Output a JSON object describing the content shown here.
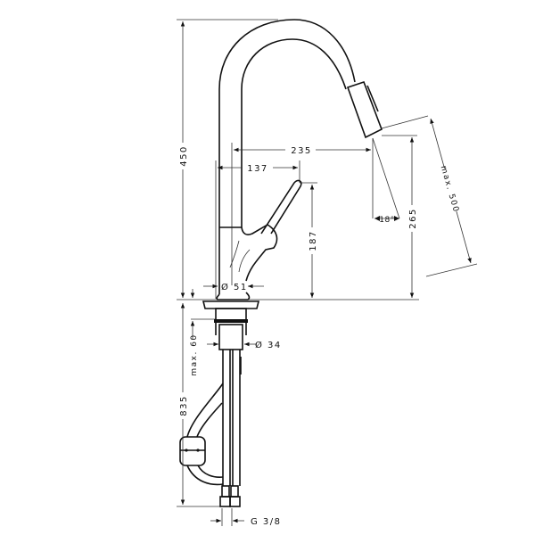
{
  "title": "Kitchen faucet pull-out dimension drawing",
  "dimensions": {
    "total_height": "450",
    "spout_reach": "235",
    "lever_reach": "137",
    "lever_height": "187",
    "spout_height": "265",
    "pullout_length": "max. 500",
    "spray_angle": "18°",
    "base_diameter": "Ø 51",
    "shank_diameter": "Ø 34",
    "counter_thickness": "max. 60",
    "hose_length": "835",
    "connection_thread": "G 3/8"
  }
}
